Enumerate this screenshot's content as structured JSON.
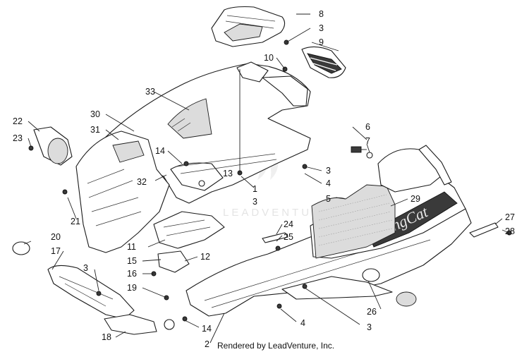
{
  "diagram": {
    "credit": "Rendered by LeadVenture, Inc.",
    "watermark": "LEADVENTURE",
    "decal_text": "KingCat",
    "callouts": [
      {
        "id": "c8",
        "label": "8"
      },
      {
        "id": "c3a",
        "label": "3"
      },
      {
        "id": "c9",
        "label": "9"
      },
      {
        "id": "c10",
        "label": "10"
      },
      {
        "id": "c33",
        "label": "33"
      },
      {
        "id": "c30",
        "label": "30"
      },
      {
        "id": "c31",
        "label": "31"
      },
      {
        "id": "c22",
        "label": "22"
      },
      {
        "id": "c23",
        "label": "23"
      },
      {
        "id": "c6",
        "label": "6"
      },
      {
        "id": "c7",
        "label": "7"
      },
      {
        "id": "c14a",
        "label": "14"
      },
      {
        "id": "c13",
        "label": "13"
      },
      {
        "id": "c3b",
        "label": "3"
      },
      {
        "id": "c4a",
        "label": "4"
      },
      {
        "id": "c32",
        "label": "32"
      },
      {
        "id": "c1",
        "label": "1"
      },
      {
        "id": "c3c",
        "label": "3"
      },
      {
        "id": "c5",
        "label": "5"
      },
      {
        "id": "c29",
        "label": "29"
      },
      {
        "id": "c21",
        "label": "21"
      },
      {
        "id": "c24",
        "label": "24"
      },
      {
        "id": "c25",
        "label": "25"
      },
      {
        "id": "c27",
        "label": "27"
      },
      {
        "id": "c28",
        "label": "28"
      },
      {
        "id": "c20",
        "label": "20"
      },
      {
        "id": "c17",
        "label": "17"
      },
      {
        "id": "c11",
        "label": "11"
      },
      {
        "id": "c15",
        "label": "15"
      },
      {
        "id": "c12",
        "label": "12"
      },
      {
        "id": "c3d",
        "label": "3"
      },
      {
        "id": "c16",
        "label": "16"
      },
      {
        "id": "c19",
        "label": "19"
      },
      {
        "id": "c26",
        "label": "26"
      },
      {
        "id": "c4b",
        "label": "4"
      },
      {
        "id": "c3e",
        "label": "3"
      },
      {
        "id": "c14b",
        "label": "14"
      },
      {
        "id": "c18",
        "label": "18"
      },
      {
        "id": "c2",
        "label": "2"
      }
    ]
  }
}
